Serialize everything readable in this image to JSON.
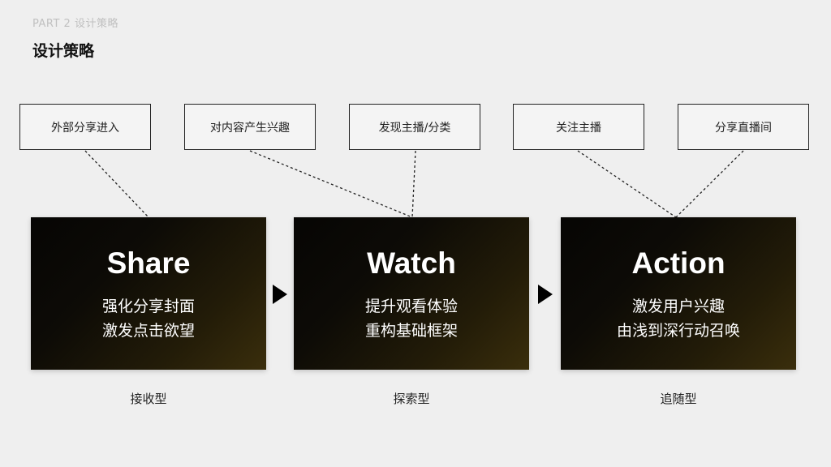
{
  "header": {
    "part_label": "PART 2 设计策略",
    "title": "设计策略"
  },
  "tags": [
    {
      "label": "外部分享进入"
    },
    {
      "label": "对内容产生兴趣"
    },
    {
      "label": "发现主播/分类"
    },
    {
      "label": "关注主播"
    },
    {
      "label": "分享直播间"
    }
  ],
  "stages": [
    {
      "title": "Share",
      "line1": "强化分享封面",
      "line2": "激发点击欲望",
      "type": "接收型"
    },
    {
      "title": "Watch",
      "line1": "提升观看体验",
      "line2": "重构基础框架",
      "type": "探索型"
    },
    {
      "title": "Action",
      "line1": "激发用户兴趣",
      "line2": "由浅到深行动召唤",
      "type": "追随型"
    }
  ],
  "colors": {
    "background": "#efefef",
    "stage_dark": "#060504",
    "stage_gold": "#3a2e0c",
    "stage_text": "#ffffff",
    "muted_text": "#c0c0c0"
  }
}
